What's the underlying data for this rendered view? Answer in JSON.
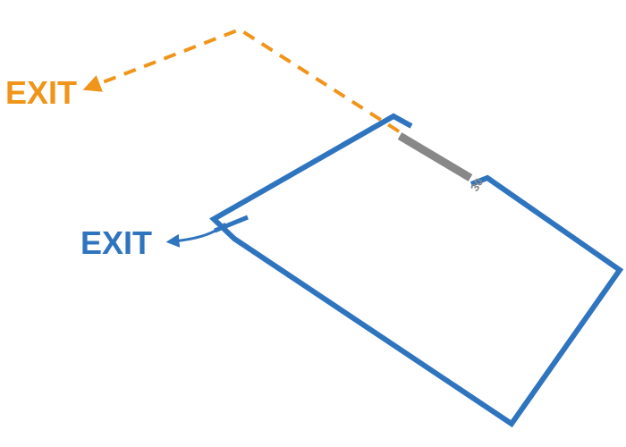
{
  "colors": {
    "building": "#2f74bf",
    "secondary_route": "#f0951a",
    "doorway": "#888888",
    "background": "#ffffff"
  },
  "labels": {
    "secondary_exit": "EXIT",
    "primary_exit": "EXIT",
    "doorway_width": "30"
  },
  "icons": {
    "secondary_route_arrow": "arrow-left-dashed",
    "primary_exit_arrow": "curved-arrow-left"
  }
}
